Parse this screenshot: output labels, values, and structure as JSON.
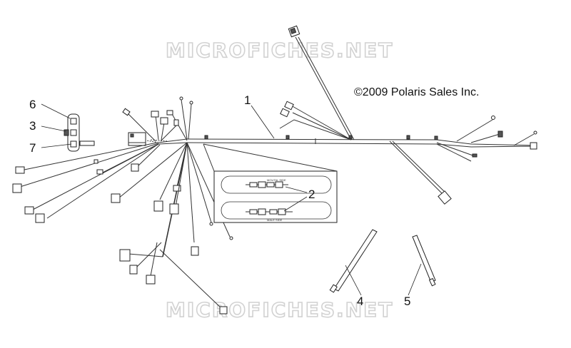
{
  "watermark": {
    "top": "MICROFICHES.NET",
    "bottom": "MICROFICHES.NET"
  },
  "copyright": "©2009 Polaris Sales Inc.",
  "callouts": {
    "c1": "1",
    "c2": "2",
    "c3": "3",
    "c4": "4",
    "c5": "5",
    "c6": "6",
    "c7": "7"
  },
  "detail": {
    "label_top": "MOUTAL SIDE",
    "label_bottom": "MALE SIDE"
  }
}
